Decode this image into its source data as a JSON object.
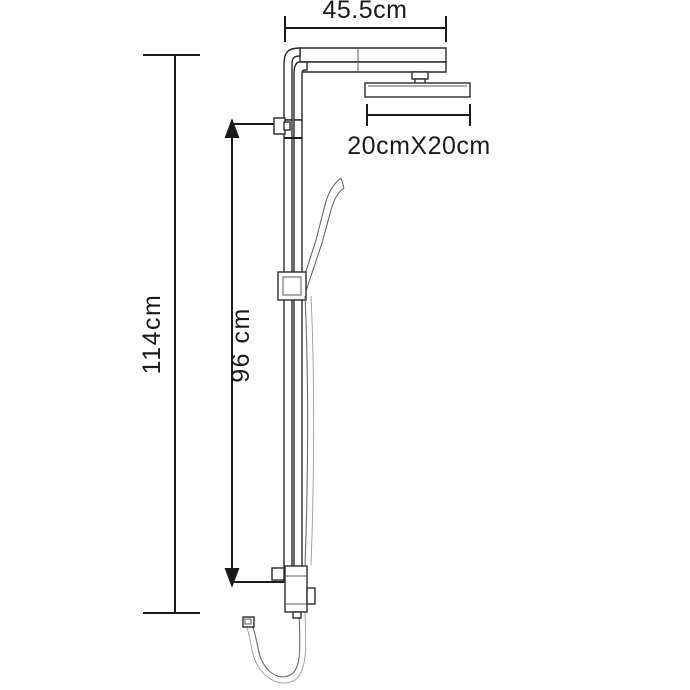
{
  "drawing": {
    "title": "Shower column technical drawing",
    "background_color": "#ffffff",
    "line_color": "#1a1a1a",
    "part_color": "#2b2b2b"
  },
  "dimensions": {
    "arm_reach": {
      "label": "45.5cm",
      "orientation": "horizontal",
      "value": 45.5,
      "unit": "cm"
    },
    "head_size": {
      "label": "20cmX20cm",
      "orientation": "horizontal",
      "value": "20x20",
      "unit": "cm"
    },
    "total_height": {
      "label": "114cm",
      "orientation": "vertical",
      "value": 114,
      "unit": "cm"
    },
    "rail_height": {
      "label": "96 cm",
      "orientation": "vertical",
      "value": 96,
      "unit": "cm"
    }
  },
  "parts": [
    {
      "name": "overhead-shower-head",
      "description": "square rain shower head plate"
    },
    {
      "name": "shower-arm",
      "description": "horizontal arm from riser to head"
    },
    {
      "name": "riser-pipe",
      "description": "vertical riser column"
    },
    {
      "name": "upper-wall-bracket",
      "description": "upper mounting bracket"
    },
    {
      "name": "handheld-shower-wand",
      "description": "hand shower in holder"
    },
    {
      "name": "slider-holder",
      "description": "adjustable hand shower holder"
    },
    {
      "name": "mixer-valve-body",
      "description": "lower valve body"
    },
    {
      "name": "valve-handle",
      "description": "control handle on valve"
    },
    {
      "name": "flexible-hose",
      "description": "flexible shower hose loop"
    },
    {
      "name": "hose-connector",
      "description": "hose end connector nut"
    }
  ]
}
